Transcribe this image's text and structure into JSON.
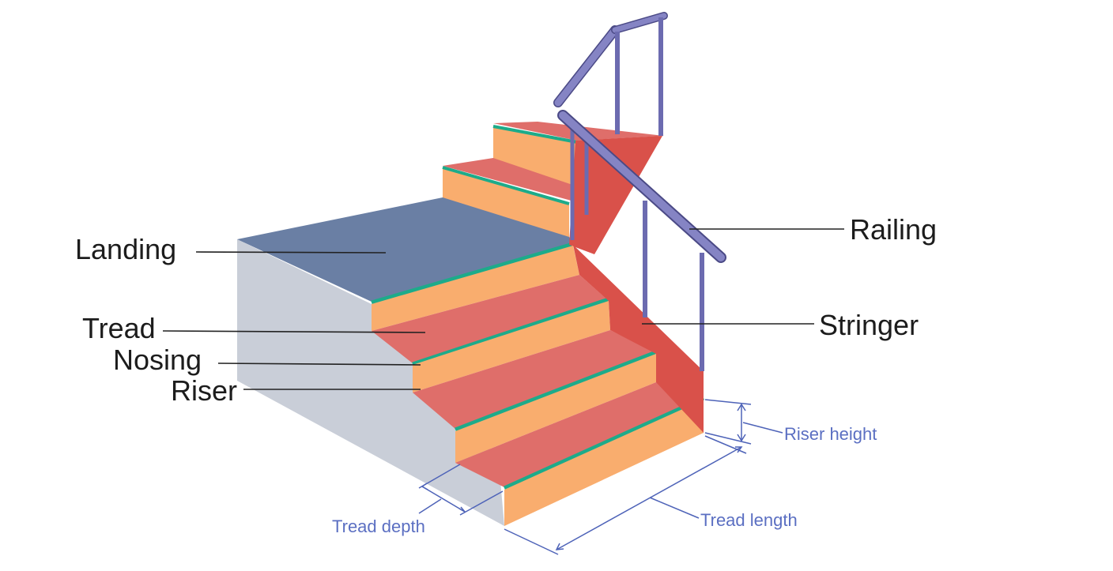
{
  "labels": {
    "landing": "Landing",
    "tread": "Tread",
    "nosing": "Nosing",
    "riser": "Riser",
    "railing": "Railing",
    "stringer": "Stringer",
    "riser_height": "Riser height",
    "tread_depth": "Tread depth",
    "tread_length": "Tread length"
  },
  "colors": {
    "tread": "#df6e6a",
    "riser": "#f9ad6e",
    "nosing": "#1dab8a",
    "landing": "#6a7fa4",
    "side_wall": "#c9ced8",
    "stringer": "#d9514a",
    "railing": "#7c7bbb",
    "railing_outline": "#4b4a86",
    "dimension": "#4e63b8"
  }
}
